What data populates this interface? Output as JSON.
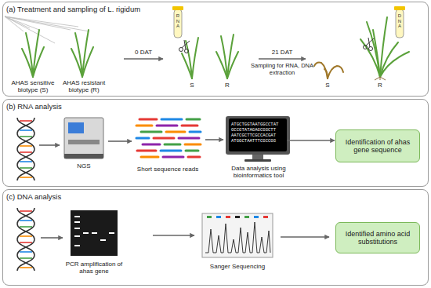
{
  "diagram": {
    "nodes": [
      {
        "text": [
          "(a) Treatment and sampling of L. rigidum"
        ]
      },
      {
        "text": [
          "(b) RNA analysis"
        ]
      },
      {
        "text": [
          "ATGCTGGTAATGGCCTAT GCCGTATAGAGCGGCTT AATCGCTTCGCCACGAT ATGGCTAATTTCGCCGG"
        ],
        "in": 1
      },
      {
        "text": [
          "Identification of ahas gene sequence"
        ],
        "in": 1
      },
      {
        "text": [
          "(c) DNA analysis"
        ]
      },
      {
        "text": [
          "Identified amino acid substitutions"
        ],
        "in": 4
      }
    ],
    "edges": [
      {
        "from": 2,
        "to": 3,
        "arrow": "to"
      }
    ],
    "labels": [
      "AHAS sensitive biotype (S)",
      "AHAS resistant biotype (R)",
      "0 DAT",
      "RNA",
      "S",
      "R",
      "21 DAT",
      "Sampling for RNA, DNA extraction",
      "DNA",
      "S",
      "R",
      "NGS",
      "Short sequence reads",
      "Data analysis using bioinformatics tool",
      "PCR amplification of ahas gene",
      "Sanger Sequencing"
    ]
  }
}
